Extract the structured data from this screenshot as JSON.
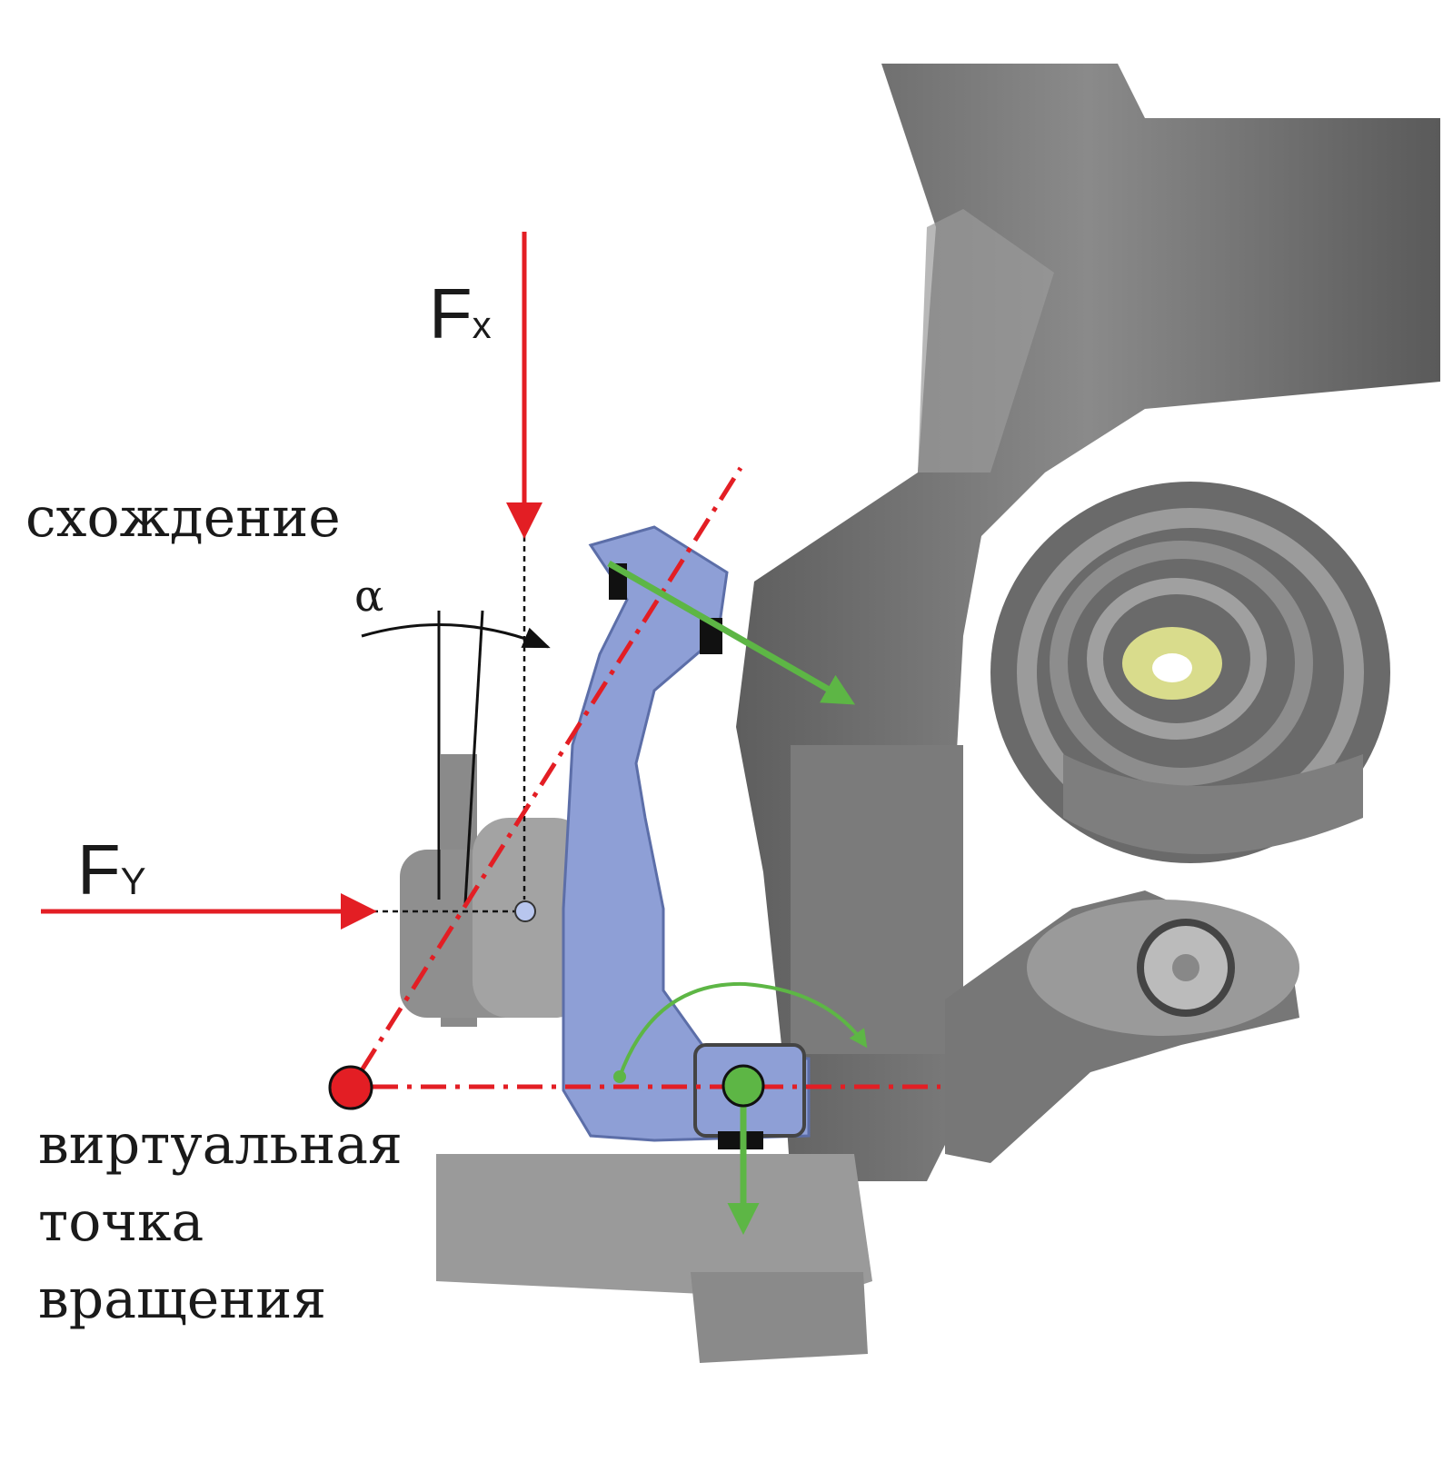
{
  "labels": {
    "force_x": {
      "main": "F",
      "sub": "x"
    },
    "force_y": {
      "main": "F",
      "sub": "Y"
    },
    "toe": "схождение",
    "angle": "α",
    "pivot_line1": "виртуальная",
    "pivot_line2": "точка",
    "pivot_line3": "вращения"
  },
  "colors": {
    "force": "#e31e24",
    "reaction": "#5db645",
    "knuckle": "#8e9fd6",
    "structure": "#6f6f6f"
  }
}
